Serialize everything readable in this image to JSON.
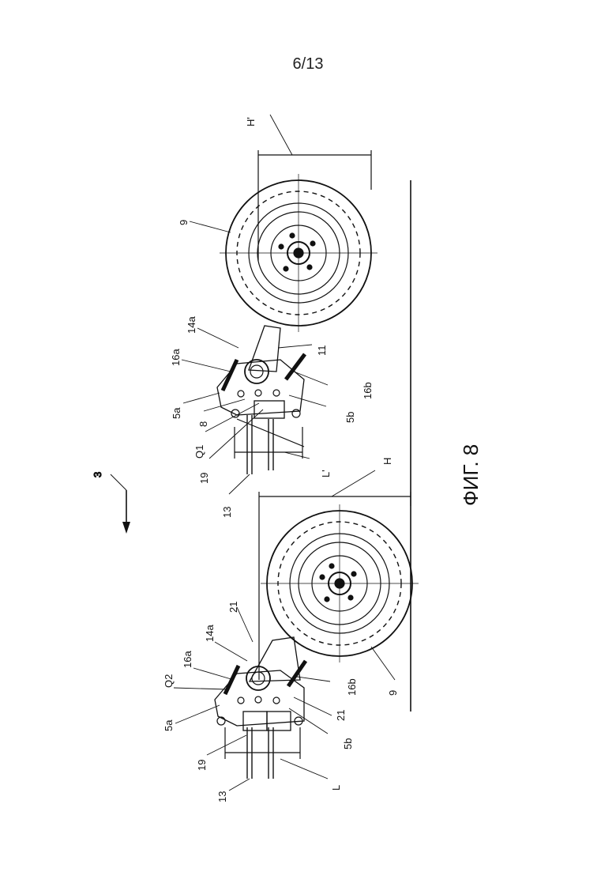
{
  "page_number": "6/13",
  "figure_caption": "ФИГ. 8",
  "labels": {
    "ref_3": "3",
    "top": {
      "H_prime": "H'",
      "wheel_9": "9",
      "p14a": "14a",
      "p16a": "16a",
      "p11": "11",
      "p16b": "16b",
      "p5a": "5a",
      "p8": "8",
      "p5b": "5b",
      "Q1": "Q1",
      "p19": "19",
      "L_prime": "L'",
      "p13": "13"
    },
    "bottom": {
      "H": "H",
      "p21_top": "21",
      "p14a": "14a",
      "p16a": "16a",
      "Q2": "Q2",
      "p16b": "16b",
      "p21_bottom": "21",
      "wheel_9": "9",
      "p5a": "5a",
      "p5b": "5b",
      "p19": "19",
      "p13": "13",
      "L": "L"
    }
  }
}
